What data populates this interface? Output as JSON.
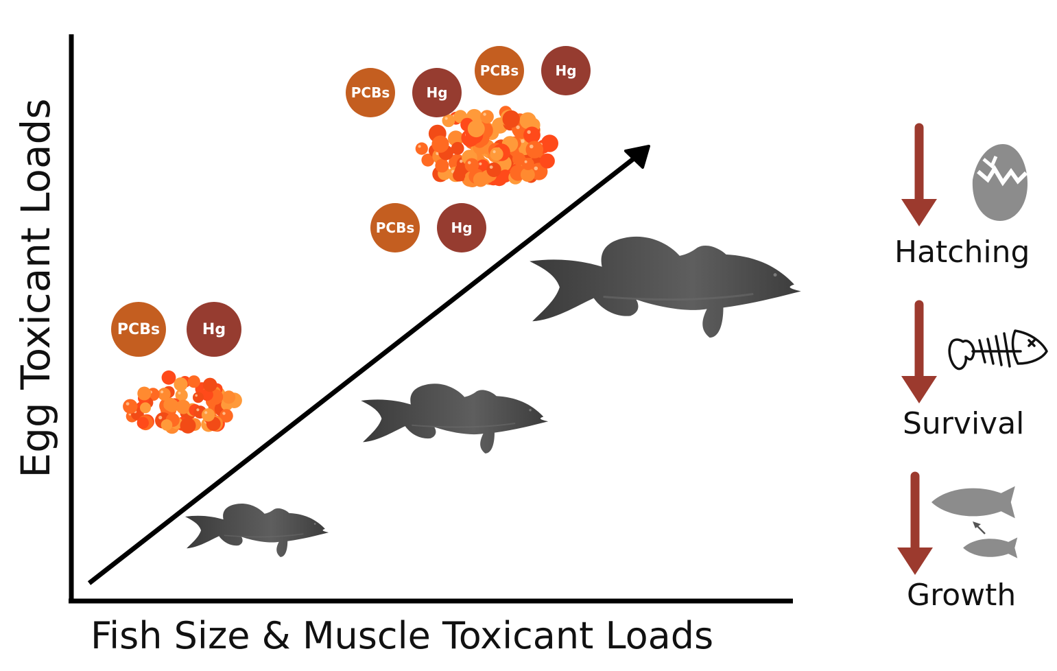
{
  "axes": {
    "y_label": "Egg Toxicant Loads",
    "x_label": "Fish Size & Muscle Toxicant Loads"
  },
  "toxicants": {
    "pcb": "PCBs",
    "hg": "Hg"
  },
  "effects": [
    {
      "label": "Hatching",
      "direction": "decrease",
      "icon": "cracked-egg-icon"
    },
    {
      "label": "Survival",
      "direction": "decrease",
      "icon": "fish-skeleton-icon"
    },
    {
      "label": "Growth",
      "direction": "decrease",
      "icon": "fish-growth-icon"
    }
  ],
  "colors": {
    "pcb": "#c45e20",
    "hg": "#963c30",
    "decrease_arrow": "#9c3a2e",
    "fish": "#4a4a4a",
    "egg_light": "#ff8a30",
    "egg_dark": "#ff4a1a",
    "icon_gray": "#8c8c8c"
  }
}
